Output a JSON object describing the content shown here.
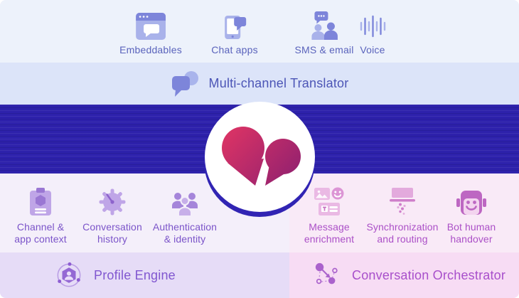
{
  "channels": {
    "items": [
      {
        "label": "Embeddables",
        "icon": "embeddables-icon"
      },
      {
        "label": "Chat apps",
        "icon": "chat-apps-icon"
      },
      {
        "label": "SMS & email",
        "icon": "sms-email-icon"
      },
      {
        "label": "Voice",
        "icon": "voice-icon"
      }
    ]
  },
  "translator": {
    "label": "Multi-channel Translator",
    "icon": "chat-bubbles-icon"
  },
  "logo": {
    "icon": "broken-heart-chat-logo",
    "gradient_start": "#da3365",
    "gradient_end": "#93216f"
  },
  "profile_engine": {
    "label": "Profile Engine",
    "icon": "hexagon-profile-orbit-icon",
    "features": [
      {
        "line1": "Channel &",
        "line2": "app context",
        "icon": "clipboard-icon"
      },
      {
        "line1": "Conversation",
        "line2": "history",
        "icon": "gear-history-icon"
      },
      {
        "line1": "Authentication",
        "line2": "& identity",
        "icon": "people-group-icon"
      }
    ]
  },
  "orchestrator": {
    "label": "Conversation Orchestrator",
    "icon": "routing-nodes-icon",
    "features": [
      {
        "line1": "Message",
        "line2": "enrichment",
        "icon": "message-enrichment-icon"
      },
      {
        "line1": "Synchronization",
        "line2": "and routing",
        "icon": "funnel-routing-icon"
      },
      {
        "line1": "Bot human",
        "line2": "handover",
        "icon": "robot-icon"
      }
    ]
  },
  "colors": {
    "top_band_bg": "#edf2fb",
    "translator_band_bg": "#dce4f9",
    "dark_band": "#2d21ab",
    "left_section_bg": "#f4effa",
    "right_section_bg": "#f9eaf7",
    "profile_bar_bg": "#e6dcf7",
    "orchestrator_bar_bg": "#f7dcf4",
    "channel_text": "#5a63bc",
    "translator_text": "#4c55b6",
    "profile_text": "#7b54c9",
    "orchestrator_text": "#ab50c7",
    "icon_blue_dark": "#7d85da",
    "icon_blue_light": "#a9b2ea",
    "icon_purple_dark": "#9a77d3",
    "icon_purple_light": "#bfa5e7",
    "icon_pink_dark": "#cf7fca",
    "icon_pink_light": "#eab9e4"
  }
}
